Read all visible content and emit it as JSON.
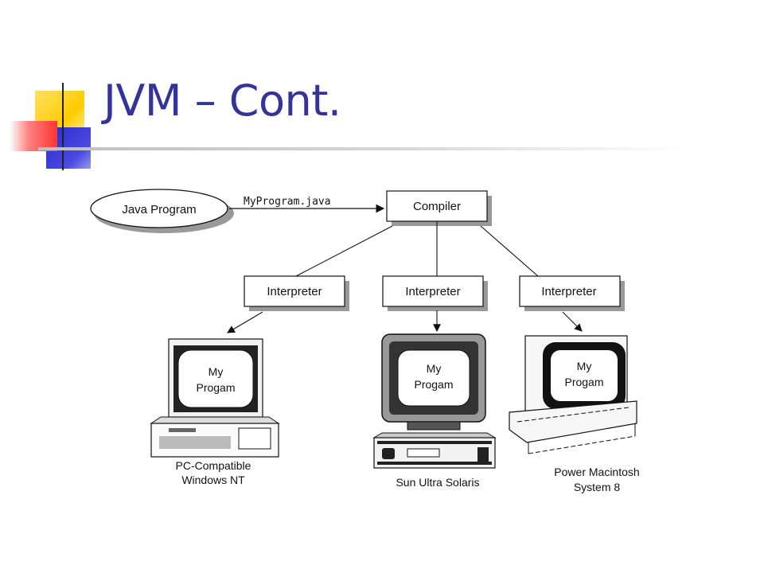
{
  "slide": {
    "title": "JVM – Cont."
  },
  "diagram": {
    "source": "Java Program",
    "edge_label": "MyProgram.java",
    "compiler": "Compiler",
    "interpreters": [
      "Interpreter",
      "Interpreter",
      "Interpreter"
    ],
    "screen_line1": "My",
    "screen_line2": "Progam",
    "computers": [
      {
        "line1": "PC-Compatible",
        "line2": "Windows NT"
      },
      {
        "line1": "Sun Ultra Solaris",
        "line2": ""
      },
      {
        "line1": "Power Macintosh",
        "line2": "System 8"
      }
    ]
  },
  "colors": {
    "title": "#333399",
    "accent_yellow": "#ffcc00",
    "accent_blue": "#3333cc",
    "accent_red": "#ff3333"
  }
}
